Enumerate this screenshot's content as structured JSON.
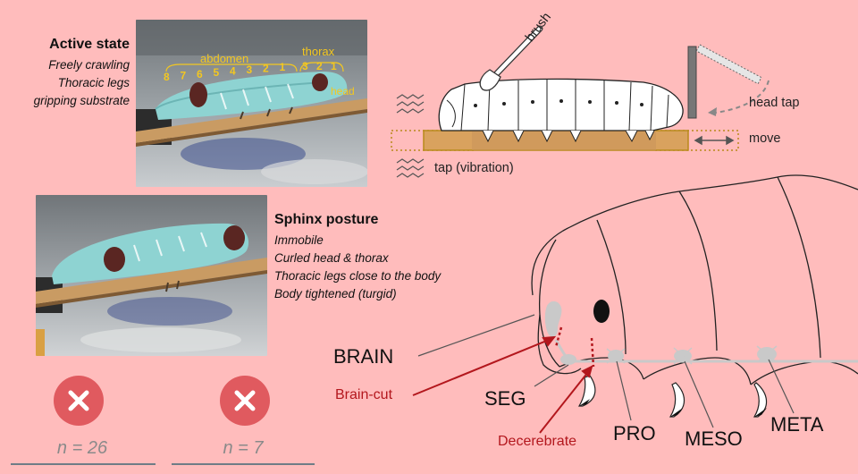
{
  "colors": {
    "background": "#ffbcbc",
    "annotation_yellow": "#f3c720",
    "stick_gold": "#b88a1b",
    "cut_red": "#b3171d",
    "fail_red": "#e05a5f",
    "nerve_gray": "#c9c9c9"
  },
  "active_state": {
    "title": "Active state",
    "lines": [
      "Freely crawling",
      "Thoracic legs",
      "gripping substrate"
    ],
    "photo_labels": {
      "abdomen": "abdomen",
      "thorax": "thorax",
      "head": "head",
      "abdomen_numbers": [
        "8",
        "7",
        "6",
        "5",
        "4",
        "3",
        "2",
        "1"
      ],
      "thorax_numbers": [
        "3",
        "2",
        "1"
      ]
    }
  },
  "sphinx_posture": {
    "title": "Sphinx posture",
    "lines": [
      "Immobile",
      "Curled head & thorax",
      "Thoracic legs close to the body",
      "Body tightened (turgid)"
    ]
  },
  "stimuli": {
    "brush": "brush",
    "head_tap": "head tap",
    "move": "move",
    "tap": "tap (vibration)"
  },
  "anatomy": {
    "brain": "BRAIN",
    "brain_cut": "Brain-cut",
    "seg": "SEG",
    "decerebrate": "Decerebrate",
    "pro": "PRO",
    "meso": "MESO",
    "meta": "META"
  },
  "results": [
    {
      "icon": "x-icon",
      "n": "n = 26"
    },
    {
      "icon": "x-icon",
      "n": "n = 7"
    }
  ]
}
